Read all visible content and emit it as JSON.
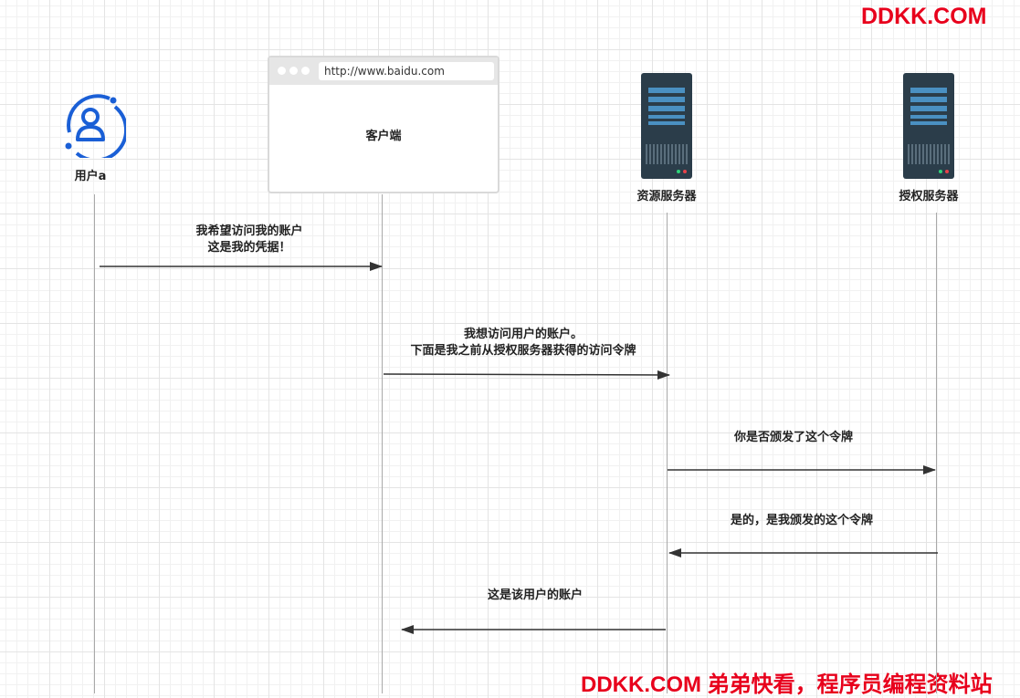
{
  "watermark_top": "DDKK.COM",
  "watermark_bottom": "DDKK.COM 弟弟快看，程序员编程资料站",
  "actors": {
    "user": "用户a",
    "client": "客户端",
    "resource_server": "资源服务器",
    "auth_server": "授权服务器"
  },
  "browser": {
    "url": "http://www.baidu.com"
  },
  "messages": [
    {
      "line1": "我希望访问我的账户",
      "line2": "这是我的凭据！"
    },
    {
      "line1": "我想访问用户的账户。",
      "line2": "下面是我之前从授权服务器获得的访问令牌"
    },
    {
      "line1": "你是否颁发了这个令牌",
      "line2": ""
    },
    {
      "line1": "是的，是我颁发的这个令牌",
      "line2": ""
    },
    {
      "line1": "这是该用户的账户",
      "line2": ""
    }
  ],
  "colors": {
    "user_icon": "#1a5fd6",
    "server_body": "#2b3d4a",
    "server_slot": "#4a90c2",
    "watermark": "#e8001c"
  }
}
